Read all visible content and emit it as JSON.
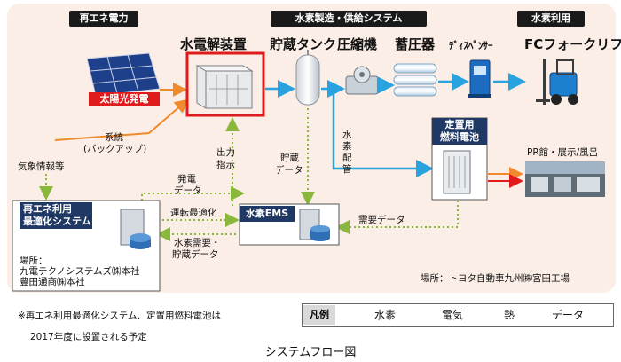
{
  "sections": {
    "renewable": "再エネ電力",
    "hydrogen_system": "水素製造・供給システム",
    "hydrogen_use": "水素利用"
  },
  "components": {
    "electrolyzer": "水電解装置",
    "storage_tank": "貯蔵タンク",
    "compressor": "圧縮機",
    "accumulator": "蓄圧器",
    "dispenser": "ﾃﾞｨｽﾍﾟﾝｻｰ",
    "forklift": "FCフォークリフト",
    "solar": "太陽光発電"
  },
  "labels": {
    "grid": "系統",
    "grid_backup": "(バックアップ)",
    "output_line1": "出力",
    "output_line2": "指示",
    "storage_data_line1": "貯蔵",
    "storage_data_line2": "データ",
    "h2_pipe_line1": "水",
    "h2_pipe_line2": "素",
    "h2_pipe_line3": "配",
    "h2_pipe_line4": "管",
    "weather": "気象情報等",
    "gen_data_line1": "発電",
    "gen_data_line2": "データ",
    "op_opt": "運転最適化",
    "demand_line1": "水素需要・",
    "demand_line2": "貯蔵データ",
    "demand_data": "需要データ",
    "pr": "PR館・展示/風呂"
  },
  "optimizer": {
    "title_line1": "再エネ利用",
    "title_line2": "最適化システム",
    "location_line1": "場所：",
    "location_line2": "九電テクノシステムズ㈱本社",
    "location_line3": "豊田通商㈱本社"
  },
  "ems": {
    "title": "水素EMS"
  },
  "fuel_cell": {
    "title_line1": "定置用",
    "title_line2": "燃料電池"
  },
  "location_main": "場所：トヨタ自動車九州㈱宮田工場",
  "note_line1": "※再エネ利用最適化システム、定置用燃料電池は",
  "note_line2": "2017年度に設置される予定",
  "caption": "システムフロー図",
  "legend": {
    "title": "凡例",
    "items": [
      {
        "label": "水素",
        "color": "#29a3e0"
      },
      {
        "label": "電気",
        "color": "#f08a2c"
      },
      {
        "label": "熱",
        "color": "#e01b1b"
      },
      {
        "label": "データ",
        "color": "#8ab83c"
      }
    ]
  },
  "colors": {
    "hydrogen": "#29a3e0",
    "electricity": "#f08a2c",
    "heat": "#e01b1b",
    "data": "#8ab83c",
    "highlight": "#e01b1b",
    "box_title": "#1f3864"
  }
}
